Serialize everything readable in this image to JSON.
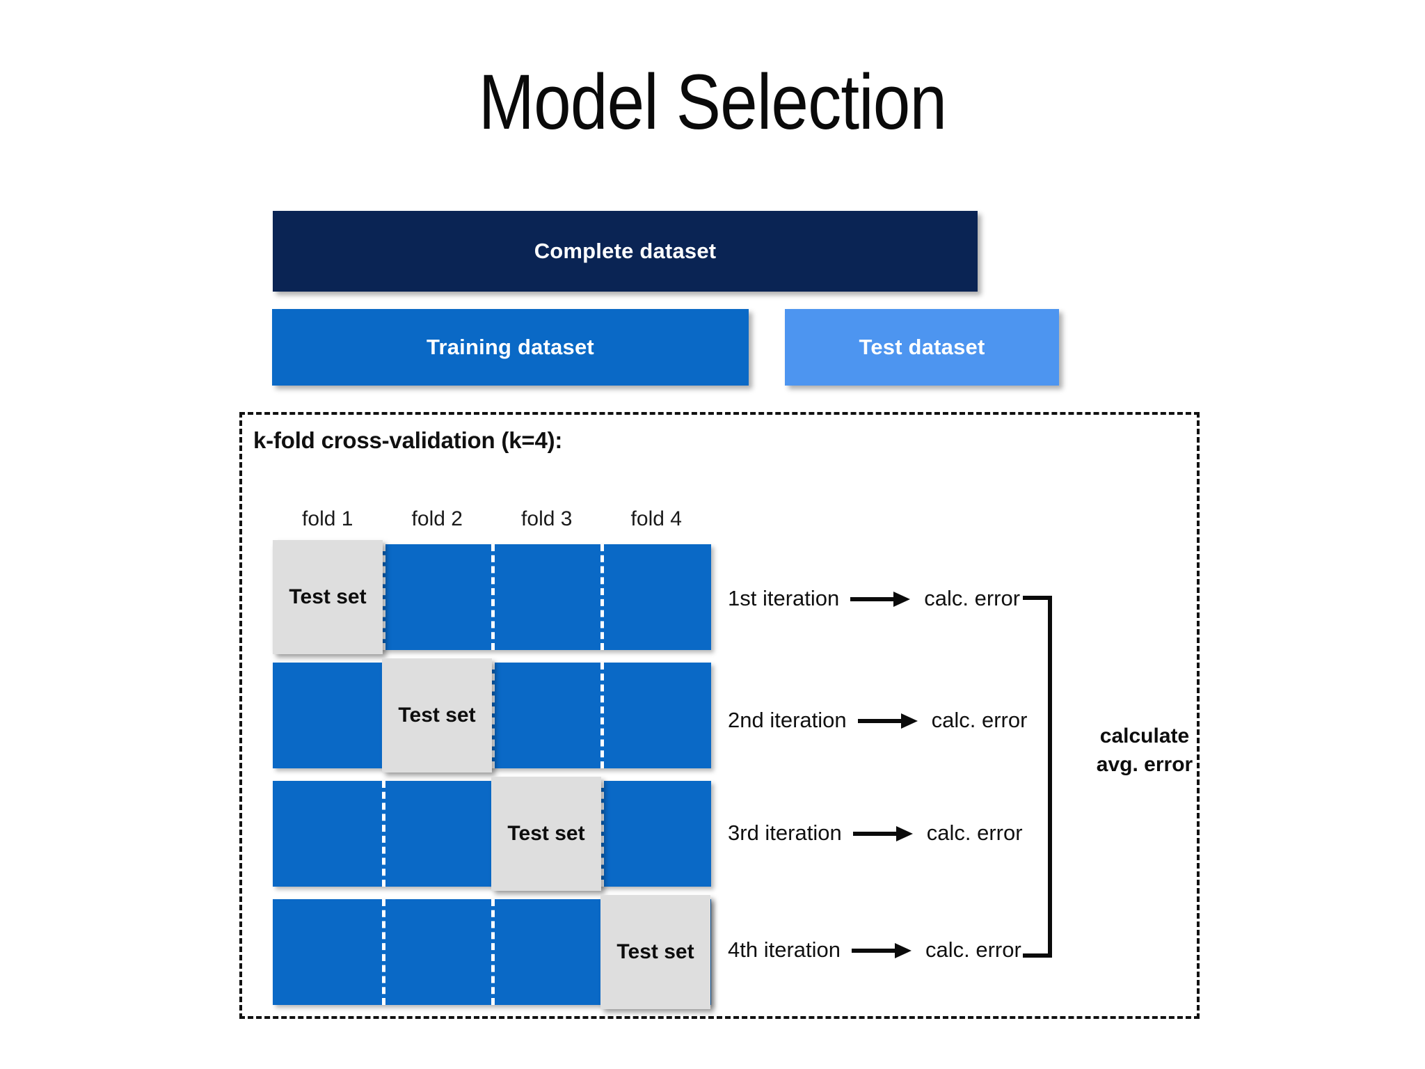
{
  "page": {
    "title": "Model Selection",
    "background": "#ffffff"
  },
  "colors": {
    "complete_dataset": "#0a2454",
    "training_dataset": "#0a69c6",
    "test_dataset": "#4d95f0",
    "fold_bar": "#0a69c6",
    "test_set_cell": "#dedede",
    "text_dark": "#101010",
    "text_light": "#ffffff"
  },
  "dataset_boxes": {
    "complete": "Complete dataset",
    "training": "Training dataset",
    "test": "Test dataset"
  },
  "cross_validation": {
    "heading": "k-fold cross-validation (k=4):",
    "k": 4,
    "fold_labels": [
      "fold 1",
      "fold 2",
      "fold 3",
      "fold 4"
    ],
    "test_set_label": "Test set",
    "rows": [
      {
        "iteration": "1st iteration",
        "test_fold_index": 0,
        "result": "calc. error"
      },
      {
        "iteration": "2nd iteration",
        "test_fold_index": 1,
        "result": "calc. error"
      },
      {
        "iteration": "3rd iteration",
        "test_fold_index": 2,
        "result": "calc. error"
      },
      {
        "iteration": "4th iteration",
        "test_fold_index": 3,
        "result": "calc. error"
      }
    ],
    "aggregate": {
      "line1": "calculate",
      "line2": "avg. error"
    }
  }
}
